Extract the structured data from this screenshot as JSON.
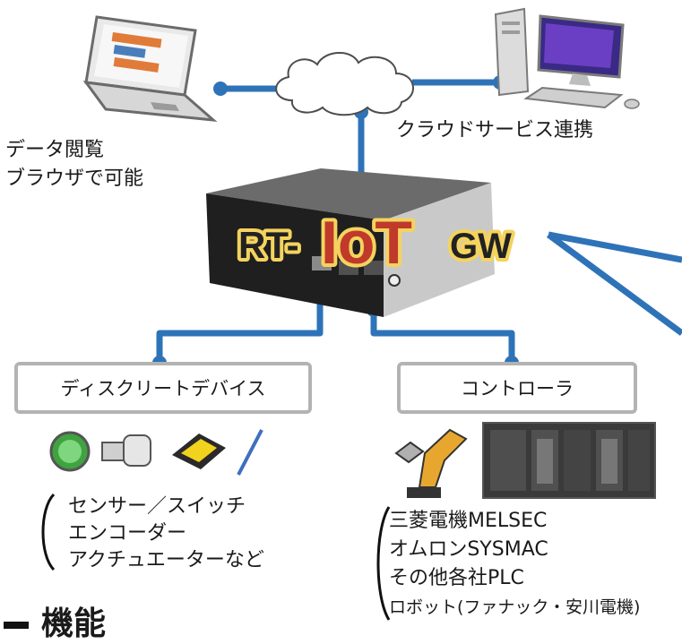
{
  "laptop": {
    "caption_lines": [
      "データ閲覧",
      "ブラウザで可能"
    ]
  },
  "cloud": {
    "caption": "クラウドサービス連携"
  },
  "gateway": {
    "logo_prefix": "RT-",
    "logo_main": "IoT",
    "logo_suffix": "GW"
  },
  "discrete": {
    "box_label": "ディスクリートデバイス",
    "items": [
      "センサー／スイッチ",
      "エンコーダー",
      "アクチュエーターなど"
    ]
  },
  "controller": {
    "box_label": "コントローラ",
    "items": [
      "三菱電機MELSEC",
      "オムロンSYSMAC",
      "その他各社PLC",
      "ロボット(ファナック・安川電機)"
    ]
  },
  "section": {
    "heading": "機能"
  },
  "colors": {
    "connector": "#2e73b8",
    "logo_fill": "#c0392b",
    "box_border": "#b3b3b3"
  }
}
